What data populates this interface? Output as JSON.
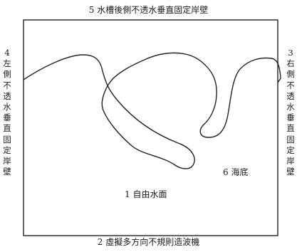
{
  "labels": {
    "top": "5 水槽後側不透水垂直固定岸壁",
    "bottom": "2 虛擬多方向不規則造波機",
    "left_num": "4",
    "left_text": "左側不透水垂直固定岸壁",
    "right_num": "3",
    "right_text": "右側不透水垂直固定岸壁",
    "sea_bottom": "6 海底",
    "free_surface": "1 自由水面"
  }
}
